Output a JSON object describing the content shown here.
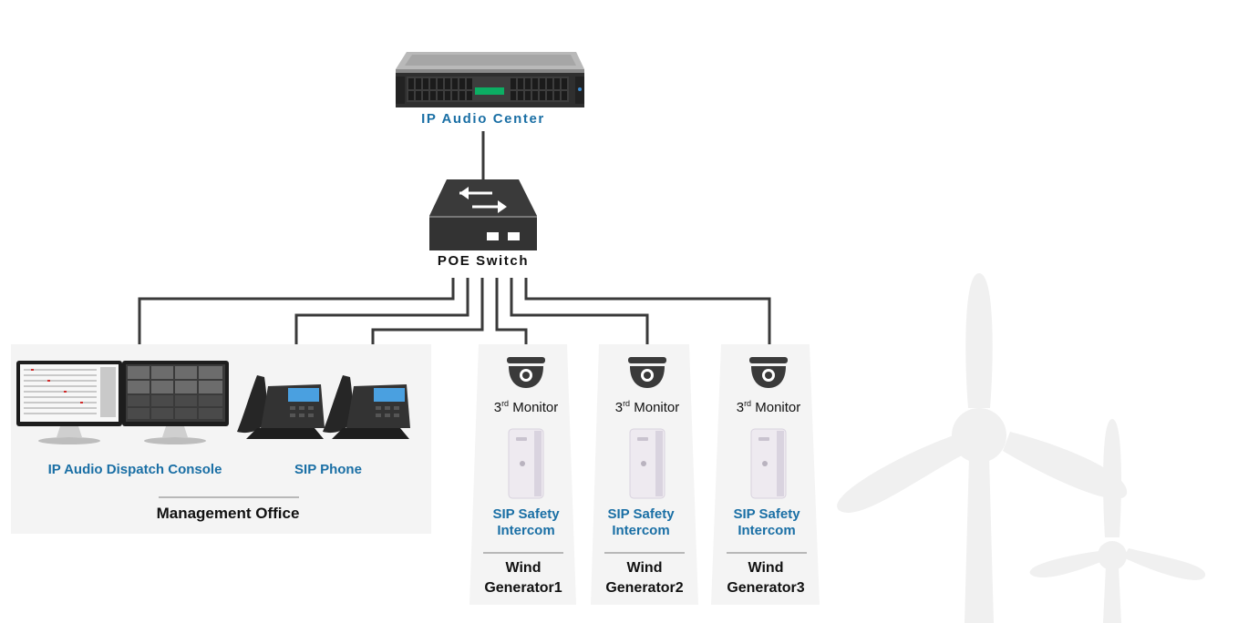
{
  "server": {
    "label": "IP Audio Center"
  },
  "switch": {
    "label": "POE Switch"
  },
  "office": {
    "console_label": "IP Audio Dispatch Console",
    "phone_label": "SIP Phone",
    "title": "Management Office"
  },
  "turbines": [
    {
      "monitor_num": "3",
      "monitor_sup": "rd",
      "monitor_text": "Monitor",
      "intercom_line1": "SIP Safety",
      "intercom_line2": "Intercom",
      "site_line1": "Wind",
      "site_line2": "Generator1"
    },
    {
      "monitor_num": "3",
      "monitor_sup": "rd",
      "monitor_text": "Monitor",
      "intercom_line1": "SIP Safety",
      "intercom_line2": "Intercom",
      "site_line1": "Wind",
      "site_line2": "Generator2"
    },
    {
      "monitor_num": "3",
      "monitor_sup": "rd",
      "monitor_text": "Monitor",
      "intercom_line1": "SIP Safety",
      "intercom_line2": "Intercom",
      "site_line1": "Wind",
      "site_line2": "Generator3"
    }
  ],
  "colors": {
    "accent": "#1a6fa5",
    "line": "#3a3a3a",
    "panel": "#f4f4f4",
    "device_dark": "#2b2b2b"
  }
}
